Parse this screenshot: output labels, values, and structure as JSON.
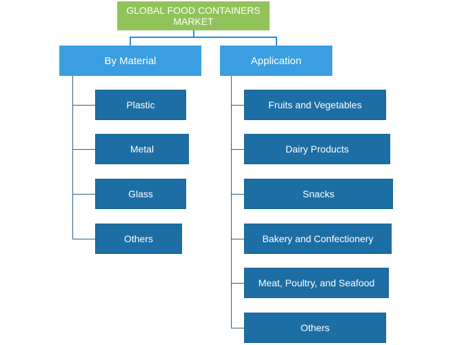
{
  "root": {
    "title": "GLOBAL FOOD CONTAINERS MARKET"
  },
  "categories": [
    {
      "label": "By Material",
      "items": [
        "Plastic",
        "Metal",
        "Glass",
        "Others"
      ]
    },
    {
      "label": "Application",
      "items": [
        "Fruits and Vegetables",
        "Dairy Products",
        "Snacks",
        "Bakery and Confectionery",
        "Meat, Poultry, and Seafood",
        "Others"
      ]
    }
  ]
}
